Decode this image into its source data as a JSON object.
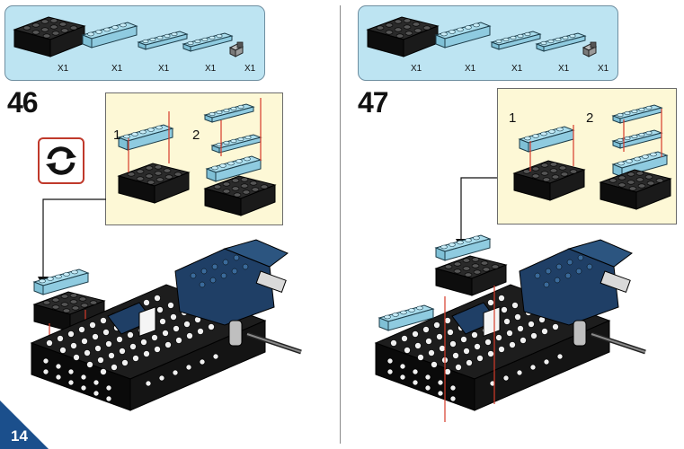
{
  "left_step": {
    "number": "46",
    "parts": [
      {
        "name": "black-brick-2x4",
        "qty": "X1"
      },
      {
        "name": "light-blue-plate-1x6",
        "qty": "X1"
      },
      {
        "name": "light-blue-plate-1x6",
        "qty": "X1"
      },
      {
        "name": "light-blue-plate-1x4",
        "qty": "X1"
      },
      {
        "name": "grey-bracket",
        "qty": "X1"
      }
    ],
    "substeps": [
      "1",
      "2"
    ]
  },
  "right_step": {
    "number": "47",
    "parts": [
      {
        "name": "black-brick-2x4",
        "qty": "X1"
      },
      {
        "name": "light-blue-plate-1x6",
        "qty": "X1"
      },
      {
        "name": "light-blue-plate-1x6",
        "qty": "X1"
      },
      {
        "name": "light-blue-plate-1x4",
        "qty": "X1"
      },
      {
        "name": "grey-bracket",
        "qty": "X1"
      }
    ],
    "substeps": [
      "1",
      "2"
    ]
  },
  "icons": {
    "rotate": "rotate-model-icon"
  },
  "colors": {
    "parts_bg": "#bde4f2",
    "callout_bg": "#fdf8d6",
    "badge": "#1b4f8c",
    "arrow": "#d63b2a"
  },
  "page_number": "14"
}
